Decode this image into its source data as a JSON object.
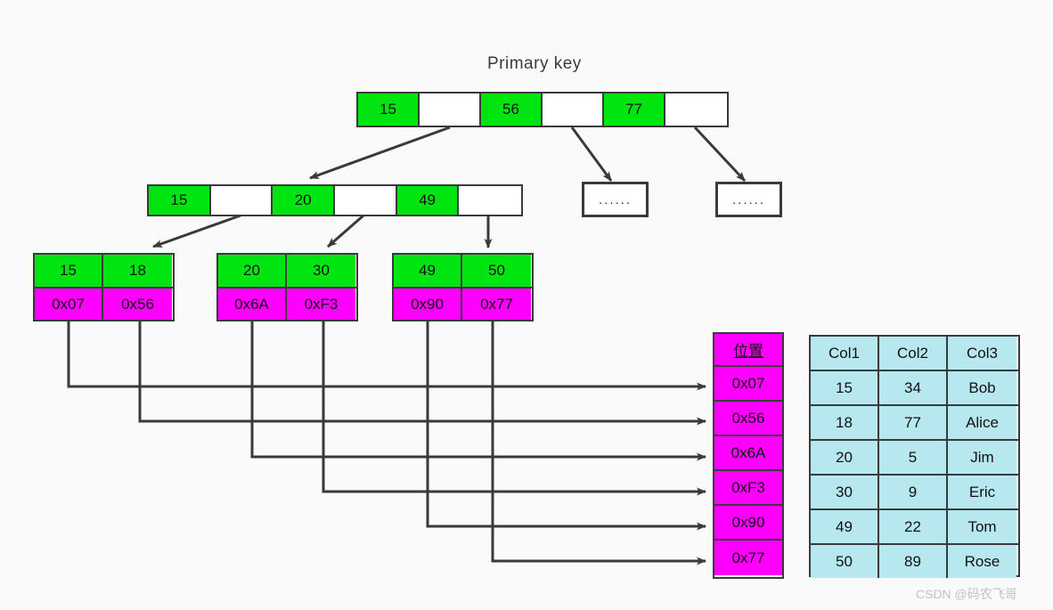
{
  "title": "Primary  key",
  "watermark": "CSDN @码农飞哥",
  "colors": {
    "background": "#fafafa",
    "key_green": "#00e510",
    "address_magenta": "#ff00ff",
    "table_cyan": "#b7e8ef",
    "stroke": "#3a3a3a",
    "title_text": "#3b3b3b",
    "watermark_text": "#c2c2c2"
  },
  "root_node": {
    "label": "root-index-node",
    "cells": [
      {
        "text": "15",
        "kind": "key"
      },
      {
        "text": "",
        "kind": "blank"
      },
      {
        "text": "56",
        "kind": "key"
      },
      {
        "text": "",
        "kind": "blank"
      },
      {
        "text": "77",
        "kind": "key"
      },
      {
        "text": "",
        "kind": "blank"
      }
    ]
  },
  "branch_node": {
    "label": "branch-index-node",
    "cells": [
      {
        "text": "15",
        "kind": "key"
      },
      {
        "text": "",
        "kind": "blank"
      },
      {
        "text": "20",
        "kind": "key"
      },
      {
        "text": "",
        "kind": "blank"
      },
      {
        "text": "49",
        "kind": "key"
      },
      {
        "text": "",
        "kind": "blank"
      }
    ]
  },
  "ellipsis_boxes": [
    {
      "text": "......"
    },
    {
      "text": "......"
    }
  ],
  "leaf_nodes": [
    {
      "keys": [
        "15",
        "18"
      ],
      "addresses": [
        "0x07",
        "0x56"
      ]
    },
    {
      "keys": [
        "20",
        "30"
      ],
      "addresses": [
        "0x6A",
        "0xF3"
      ]
    },
    {
      "keys": [
        "49",
        "50"
      ],
      "addresses": [
        "0x90",
        "0x77"
      ]
    }
  ],
  "position_column": {
    "header": "位置",
    "values": [
      "0x07",
      "0x56",
      "0x6A",
      "0xF3",
      "0x90",
      "0x77"
    ]
  },
  "data_table": {
    "headers": [
      "Col1",
      "Col2",
      "Col3"
    ],
    "rows": [
      [
        "15",
        "34",
        "Bob"
      ],
      [
        "18",
        "77",
        "Alice"
      ],
      [
        "20",
        "5",
        "Jim"
      ],
      [
        "30",
        "9",
        "Eric"
      ],
      [
        "49",
        "22",
        "Tom"
      ],
      [
        "50",
        "89",
        "Rose"
      ]
    ]
  }
}
